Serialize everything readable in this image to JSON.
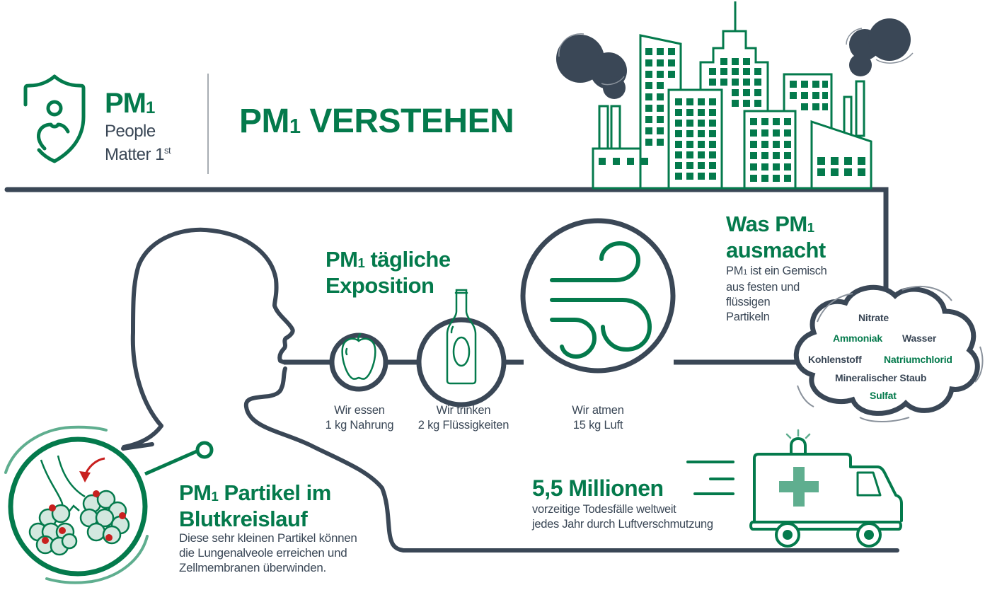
{
  "brand": {
    "pm_label": "PM",
    "pm_subscript": "1",
    "line1": "People",
    "line2": "Matter 1",
    "line2_sup": "st",
    "icon": "shield-person-icon"
  },
  "header": {
    "title_pm": "PM",
    "title_sub": "1",
    "title_rest": " VERSTEHEN",
    "illustration": "city-skyline-with-smoke-icon"
  },
  "exposure": {
    "heading_pm": "PM",
    "heading_sub": "1",
    "heading_line1_rest": " tägliche",
    "heading_line2": "Exposition",
    "items": [
      {
        "icon": "apple-icon",
        "line1": "Wir essen",
        "line2": "1 kg Nahrung"
      },
      {
        "icon": "bottle-icon",
        "line1": "Wir trinken",
        "line2": "2 kg Flüssigkeiten"
      },
      {
        "icon": "wind-icon",
        "line1": "Wir atmen",
        "line2": "15 kg Luft"
      }
    ]
  },
  "composition": {
    "heading_line1_a": "Was PM",
    "heading_line1_sub": "1",
    "heading_line2": "ausmacht",
    "desc_pm": "PM",
    "desc_sub": "1",
    "desc_line1_rest": " ist ein Gemisch",
    "desc_line2": "aus festen und",
    "desc_line3": "flüssigen",
    "desc_line4": "Partikeln",
    "components": [
      {
        "label": "Nitrate",
        "color": "#3a4756"
      },
      {
        "label": "Ammoniak",
        "color": "#047a4c"
      },
      {
        "label": "Wasser",
        "color": "#3a4756"
      },
      {
        "label": "Kohlenstoff",
        "color": "#3a4756"
      },
      {
        "label": "Natriumchlorid",
        "color": "#047a4c"
      },
      {
        "label": "Mineralischer Staub",
        "color": "#3a4756"
      },
      {
        "label": "Sulfat",
        "color": "#047a4c"
      }
    ]
  },
  "bloodstream": {
    "heading_pm": "PM",
    "heading_sub": "1",
    "heading_line1_rest": " Partikel im",
    "heading_line2": "Blutkreislauf",
    "desc_line1": "Diese sehr kleinen Partikel können",
    "desc_line2": "die Lungenalveole erreichen und",
    "desc_line3": "Zellmembranen überwinden.",
    "icon": "lung-alveoli-icon"
  },
  "deaths": {
    "figure": "5,5 Millionen",
    "desc_line1": "vorzeitige Todesfälle weltweit",
    "desc_line2": "jedes Jahr durch Luftverschmutzung",
    "icon": "ambulance-icon"
  },
  "colors": {
    "green": "#047a4c",
    "light_green": "#5fae8f",
    "pale_green": "#d3e8df",
    "slate": "#3a4756",
    "red": "#c8201f",
    "grey": "#8a929c"
  }
}
